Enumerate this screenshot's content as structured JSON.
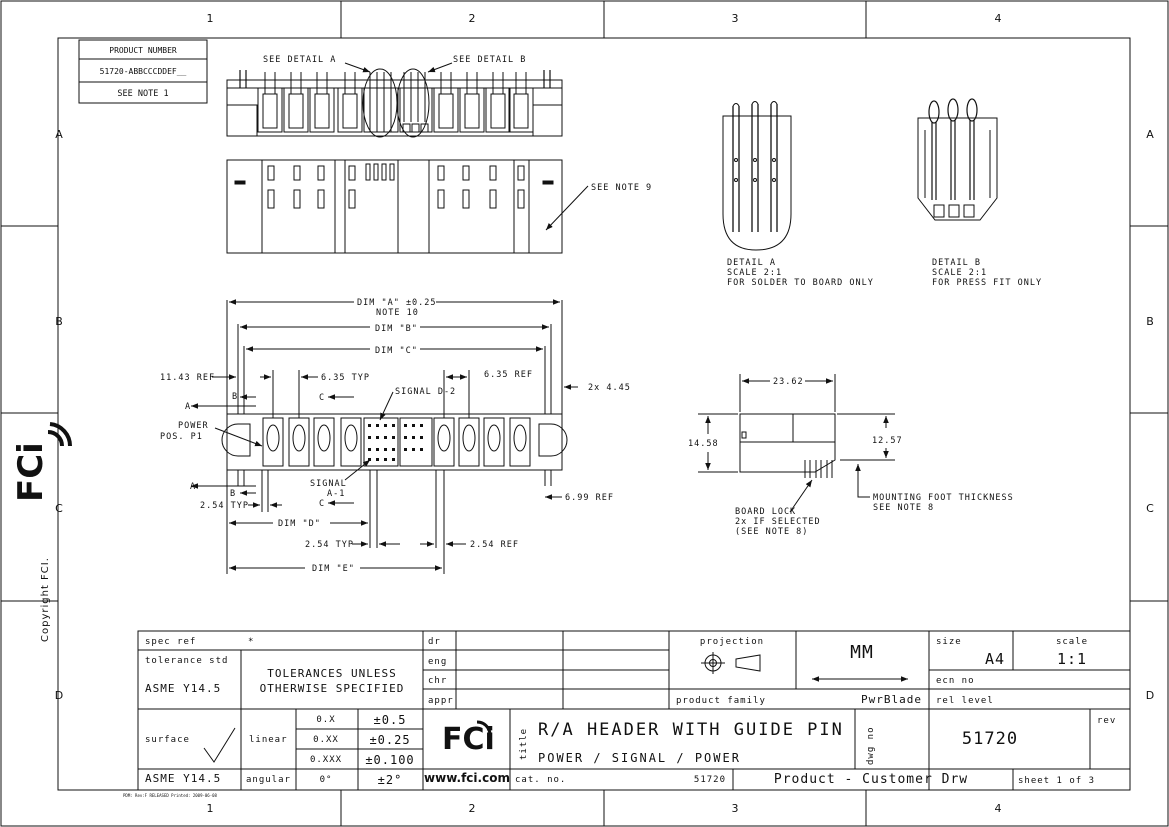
{
  "grid": {
    "columns": [
      "1",
      "2",
      "3",
      "4"
    ],
    "rows": [
      "A",
      "B",
      "C",
      "D"
    ]
  },
  "product_box": {
    "header": "PRODUCT NUMBER",
    "number": "51720-ABBCCCDDEF__",
    "note": "SEE NOTE 1"
  },
  "top_view": {
    "see_detail_a": "SEE DETAIL  A",
    "see_detail_b": "SEE DETAIL  B",
    "see_note_9": "SEE NOTE 9"
  },
  "details": {
    "a": {
      "title": "DETAIL  A",
      "scale": "SCALE  2:1",
      "usage": "FOR SOLDER TO BOARD ONLY"
    },
    "b": {
      "title": "DETAIL  B",
      "scale": "SCALE  2:1",
      "usage": "FOR PRESS FIT ONLY"
    }
  },
  "front_dims": {
    "dim_a": "DIM \"A\" ±0.25",
    "note_10": "NOTE 10",
    "dim_b": "DIM \"B\"",
    "dim_c": "DIM \"C\"",
    "ref_1143": "11.43 REF",
    "typ_635": "6.35 TYP",
    "ref_635": "6.35 REF",
    "x2_445": "2x 4.45",
    "signal_d2": "SIGNAL D-2",
    "power": "POWER",
    "pos_p1": "POS. P1",
    "signal_a1_1": "SIGNAL",
    "signal_a1_2": "A-1",
    "typ_254": "2.54 TYP",
    "ref_699": "6.99 REF",
    "dim_d": "DIM \"D\"",
    "typ_254b": "2.54 TYP",
    "ref_254": "2.54 REF",
    "dim_e": "DIM \"E\"",
    "label_a": "A",
    "label_b": "B",
    "label_c": "C"
  },
  "side_dims": {
    "w": "23.62",
    "h1": "14.58",
    "h2": "12.57",
    "board_lock_1": "BOARD LOCK",
    "board_lock_2": "2x IF SELECTED",
    "board_lock_3": "(SEE NOTE 8)",
    "mounting_1": "MOUNTING FOOT THICKNESS",
    "mounting_2": "SEE NOTE 8"
  },
  "side_logo": {
    "brand": "FCi",
    "copyright": "Copyright FCI."
  },
  "title_block": {
    "spec_ref": "spec ref",
    "spec_ref_val": "*",
    "tolerance_std": "tolerance std",
    "asme1": "ASME Y14.5",
    "tol_line1": "TOLERANCES UNLESS",
    "tol_line2": "OTHERWISE SPECIFIED",
    "surface": "surface",
    "asme2": "ASME Y14.5",
    "linear": "linear",
    "angular": "angular",
    "tol_rows": [
      {
        "k": "0.X",
        "v": "±0.5"
      },
      {
        "k": "0.XX",
        "v": "±0.25"
      },
      {
        "k": "0.XXX",
        "v": "±0.100"
      },
      {
        "k": "0°",
        "v": "±2°"
      }
    ],
    "dr": "dr",
    "eng": "eng",
    "chr": "chr",
    "appr": "appr",
    "projection": "projection",
    "units": "MM",
    "size_label": "size",
    "size": "A4",
    "scale_label": "scale",
    "scale": "1:1",
    "ecn_no": "ecn no",
    "product_family": "product family",
    "product_family_val": "PwrBlade",
    "rel_level": "rel level",
    "logo": "FCi",
    "website": "www.fci.com",
    "title_label": "title",
    "title_line1": "R/A HEADER WITH GUIDE PIN",
    "title_line2": "POWER / SIGNAL / POWER",
    "dwg_no_label": "dwg no",
    "dwg_no": "51720",
    "rev_label": "rev",
    "cat_no_label": "cat. no.",
    "cat_no": "51720",
    "doc_type": "Product - Customer Drw",
    "sheet": "sheet 1 of 3"
  },
  "footer_note": "PDM: Rev:F  RELEASED  Printed: 2009-06-08"
}
